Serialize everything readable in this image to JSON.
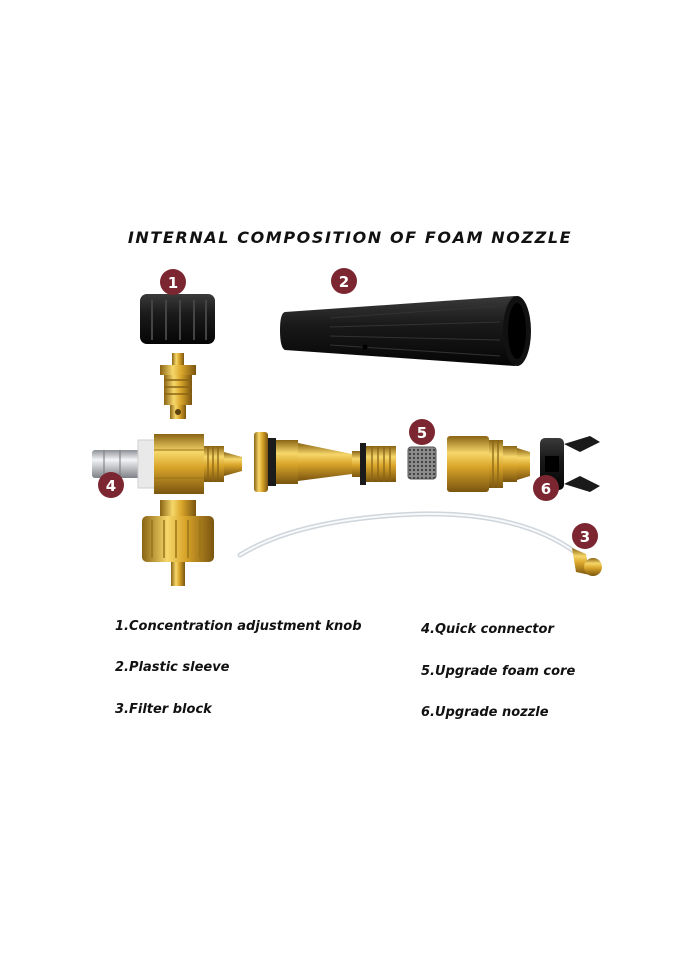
{
  "title": "INTERNAL COMPOSITION OF FOAM NOZZLE",
  "badges": [
    "1",
    "2",
    "3",
    "4",
    "5",
    "6"
  ],
  "legend": {
    "left": [
      "1.Concentration adjustment knob",
      "2.Plastic sleeve",
      "3.Filter block"
    ],
    "right": [
      "4.Quick connector",
      "5.Upgrade foam core",
      "6.Upgrade nozzle"
    ]
  },
  "colors": {
    "badge": "#7b2630",
    "brass": "#d4a52c",
    "black_part": "#1a1a1a",
    "silver": "#c9ccd1"
  }
}
